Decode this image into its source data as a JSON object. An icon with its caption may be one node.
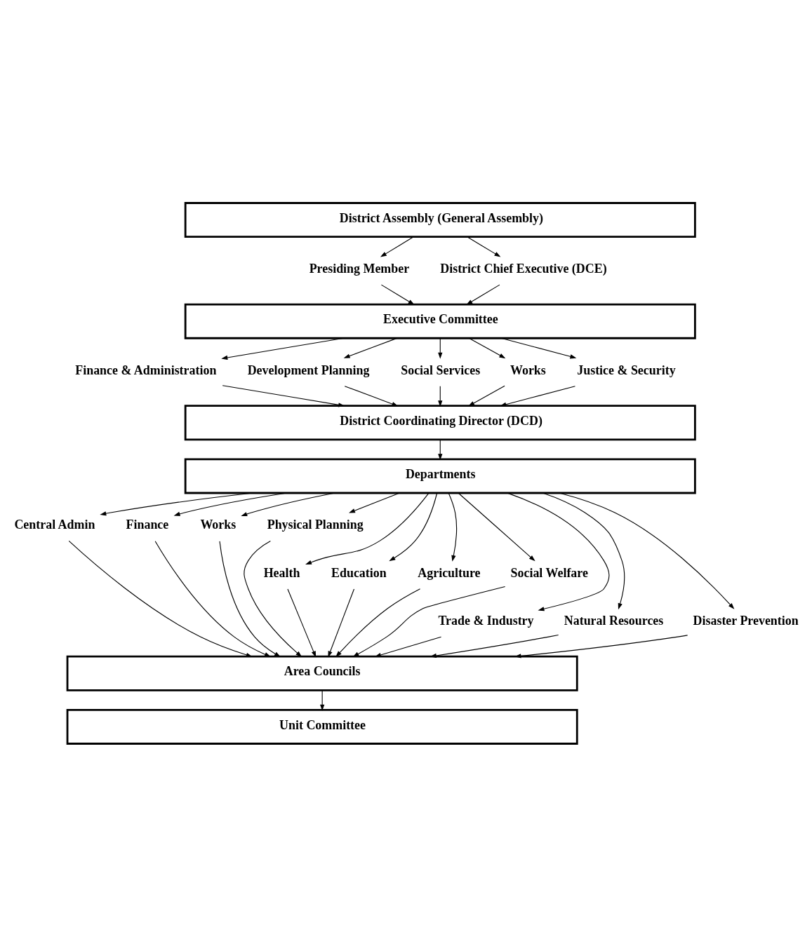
{
  "diagram": {
    "nodes": [
      {
        "text": [
          "District Assembly (General Assembly)"
        ]
      },
      {
        "text": [
          "Presiding Member"
        ]
      },
      {
        "text": [
          "District Chief Executive (DCE)"
        ]
      },
      {
        "text": [
          "Executive Committee"
        ]
      },
      {
        "text": [
          "Finance & Administration"
        ]
      },
      {
        "text": [
          "Development Planning"
        ]
      },
      {
        "text": [
          "Social Services"
        ]
      },
      {
        "text": [
          "Works"
        ]
      },
      {
        "text": [
          "Justice & Security"
        ]
      },
      {
        "text": [
          "District Coordinating Director (DCD)"
        ]
      },
      {
        "text": [
          "Departments"
        ]
      },
      {
        "text": [
          "Central Admin"
        ]
      },
      {
        "text": [
          "Finance"
        ]
      },
      {
        "text": [
          "Works"
        ]
      },
      {
        "text": [
          "Physical Planning"
        ]
      },
      {
        "text": [
          "Health"
        ]
      },
      {
        "text": [
          "Education"
        ]
      },
      {
        "text": [
          "Agriculture"
        ]
      },
      {
        "text": [
          "Social Welfare"
        ]
      },
      {
        "text": [
          "Trade & Industry"
        ]
      },
      {
        "text": [
          "Natural Resources"
        ]
      },
      {
        "text": [
          "Disaster Prevention"
        ]
      },
      {
        "text": [
          "Area Councils"
        ]
      },
      {
        "text": [
          "Unit Committee"
        ]
      }
    ],
    "edges": [
      {
        "from": 0,
        "to": 1,
        "arrow": "to"
      },
      {
        "from": 0,
        "to": 2,
        "arrow": "to"
      },
      {
        "from": 1,
        "to": 3,
        "arrow": "to"
      },
      {
        "from": 2,
        "to": 3,
        "arrow": "to"
      },
      {
        "from": 3,
        "to": 4,
        "arrow": "to"
      },
      {
        "from": 3,
        "to": 5,
        "arrow": "to"
      },
      {
        "from": 3,
        "to": 6,
        "arrow": "to"
      },
      {
        "from": 3,
        "to": 7,
        "arrow": "to"
      },
      {
        "from": 3,
        "to": 8,
        "arrow": "to"
      },
      {
        "from": 4,
        "to": 9,
        "arrow": "to"
      },
      {
        "from": 5,
        "to": 9,
        "arrow": "to"
      },
      {
        "from": 6,
        "to": 9,
        "arrow": "to"
      },
      {
        "from": 7,
        "to": 9,
        "arrow": "to"
      },
      {
        "from": 8,
        "to": 9,
        "arrow": "to"
      },
      {
        "from": 9,
        "to": 10,
        "arrow": "to"
      },
      {
        "from": 10,
        "to": 11,
        "arrow": "to"
      },
      {
        "from": 10,
        "to": 12,
        "arrow": "to"
      },
      {
        "from": 10,
        "to": 13,
        "arrow": "to"
      },
      {
        "from": 10,
        "to": 14,
        "arrow": "to"
      },
      {
        "from": 10,
        "to": 15,
        "arrow": "to"
      },
      {
        "from": 10,
        "to": 16,
        "arrow": "to"
      },
      {
        "from": 10,
        "to": 17,
        "arrow": "to"
      },
      {
        "from": 10,
        "to": 18,
        "arrow": "to"
      },
      {
        "from": 10,
        "to": 19,
        "arrow": "to"
      },
      {
        "from": 10,
        "to": 20,
        "arrow": "to"
      },
      {
        "from": 10,
        "to": 21,
        "arrow": "to"
      },
      {
        "from": 11,
        "to": 22,
        "arrow": "to"
      },
      {
        "from": 12,
        "to": 22,
        "arrow": "to"
      },
      {
        "from": 13,
        "to": 22,
        "arrow": "to"
      },
      {
        "from": 14,
        "to": 22,
        "arrow": "to"
      },
      {
        "from": 15,
        "to": 22,
        "arrow": "to"
      },
      {
        "from": 16,
        "to": 22,
        "arrow": "to"
      },
      {
        "from": 17,
        "to": 22,
        "arrow": "to"
      },
      {
        "from": 18,
        "to": 22,
        "arrow": "to"
      },
      {
        "from": 19,
        "to": 22,
        "arrow": "to"
      },
      {
        "from": 20,
        "to": 22,
        "arrow": "to"
      },
      {
        "from": 21,
        "to": 22,
        "arrow": "to"
      },
      {
        "from": 22,
        "to": 23,
        "arrow": "to"
      }
    ]
  }
}
